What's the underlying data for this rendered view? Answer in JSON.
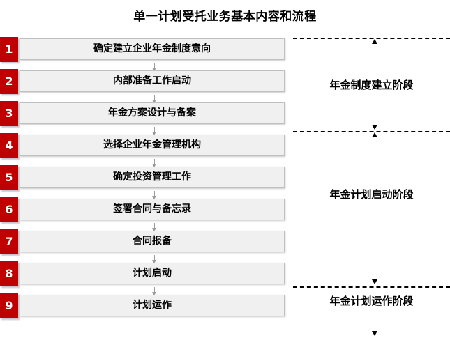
{
  "title": "单一计划受托业务基本内容和流程",
  "steps": [
    {
      "num": "1",
      "label": "确定建立企业年金制度意向"
    },
    {
      "num": "2",
      "label": "内部准备工作启动"
    },
    {
      "num": "3",
      "label": "年金方案设计与备案"
    },
    {
      "num": "4",
      "label": "选择企业年金管理机构"
    },
    {
      "num": "5",
      "label": "确定投资管理工作"
    },
    {
      "num": "6",
      "label": "签署合同与备忘录"
    },
    {
      "num": "7",
      "label": "合同报备"
    },
    {
      "num": "8",
      "label": "计划启动"
    },
    {
      "num": "9",
      "label": "计划运作"
    }
  ],
  "stages": [
    {
      "label": "年金制度建立阶段"
    },
    {
      "label": "年金计划启动阶段"
    },
    {
      "label": "年金计划运作阶段"
    }
  ],
  "colors": {
    "number_box": "#C00000",
    "step_box": "#F0F0F0",
    "step_border": "#BFBFBF",
    "connector": "#9B9B9B",
    "stage_line": "#000000",
    "text": "#000000"
  }
}
